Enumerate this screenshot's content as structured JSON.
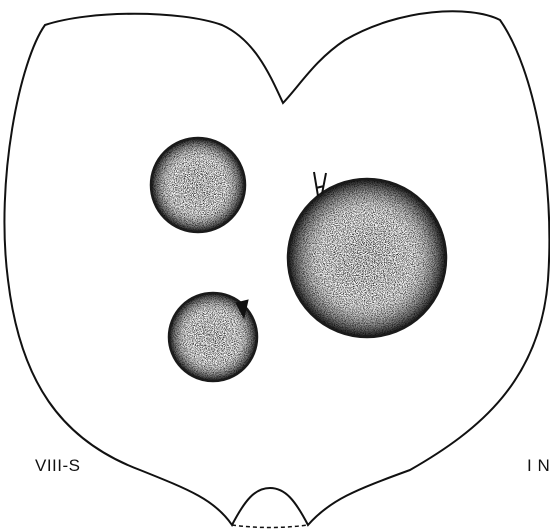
{
  "figure": {
    "label_left": "VIII-S",
    "label_right": "I N",
    "colors": {
      "outline": "#111111",
      "sphere_edge": "#1a1a1a",
      "background": "#ffffff"
    },
    "spheres": [
      {
        "name": "sphere-upper-left",
        "has_stalk": false
      },
      {
        "name": "sphere-large-right",
        "has_stalk": true
      },
      {
        "name": "sphere-lower-left",
        "has_stalk": true
      }
    ]
  }
}
